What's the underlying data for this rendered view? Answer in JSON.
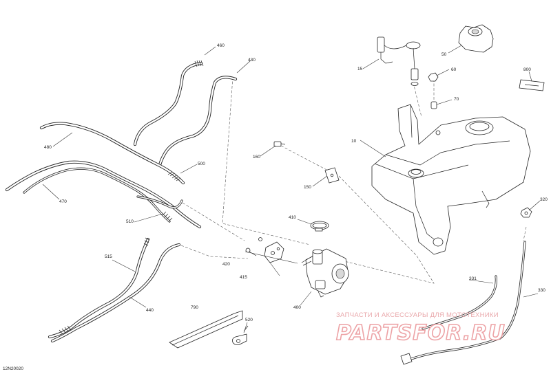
{
  "diagram": {
    "code": "12N20020",
    "callouts": [
      {
        "id": "c460",
        "label": "460"
      },
      {
        "id": "c430",
        "label": "430"
      },
      {
        "id": "c480",
        "label": "480"
      },
      {
        "id": "c500",
        "label": "500"
      },
      {
        "id": "c470",
        "label": "470"
      },
      {
        "id": "c510",
        "label": "510"
      },
      {
        "id": "c515",
        "label": "515"
      },
      {
        "id": "c440",
        "label": "440"
      },
      {
        "id": "c160",
        "label": "160"
      },
      {
        "id": "c150",
        "label": "150"
      },
      {
        "id": "c410",
        "label": "410"
      },
      {
        "id": "c420",
        "label": "420"
      },
      {
        "id": "c415",
        "label": "415"
      },
      {
        "id": "c400",
        "label": "400"
      },
      {
        "id": "c790",
        "label": "790"
      },
      {
        "id": "c520",
        "label": "520"
      },
      {
        "id": "c15",
        "label": "15"
      },
      {
        "id": "c50",
        "label": "50"
      },
      {
        "id": "c60",
        "label": "60"
      },
      {
        "id": "c70",
        "label": "70"
      },
      {
        "id": "c10",
        "label": "10"
      },
      {
        "id": "c800",
        "label": "800"
      },
      {
        "id": "c320",
        "label": "320"
      },
      {
        "id": "c331",
        "label": "331"
      },
      {
        "id": "c330",
        "label": "330"
      }
    ]
  },
  "watermark": {
    "caption": "ЗАПЧАСТИ И АКСЕССУАРЫ ДЛЯ МОТОТЕХНИКИ",
    "brand": "PARTSFOR.RU"
  }
}
